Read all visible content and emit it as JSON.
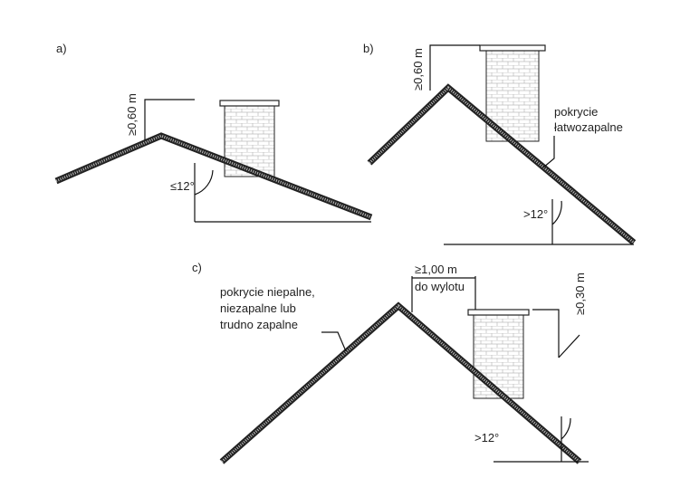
{
  "panel_a": {
    "label": "a)",
    "height": "≥0,60 m",
    "angle": "≤12°"
  },
  "panel_b": {
    "label": "b)",
    "height": "≥0,60 m",
    "angle": ">12°",
    "note1": "pokrycie",
    "note2": "łatwozapalne"
  },
  "panel_c": {
    "label": "c)",
    "dist1": "≥1,00 m",
    "dist2": "do wylotu",
    "height": "≥0,30 m",
    "angle": ">12°",
    "note1": "pokrycie niepalne,",
    "note2": "niezapalne lub",
    "note3": "trudno zapalne"
  }
}
